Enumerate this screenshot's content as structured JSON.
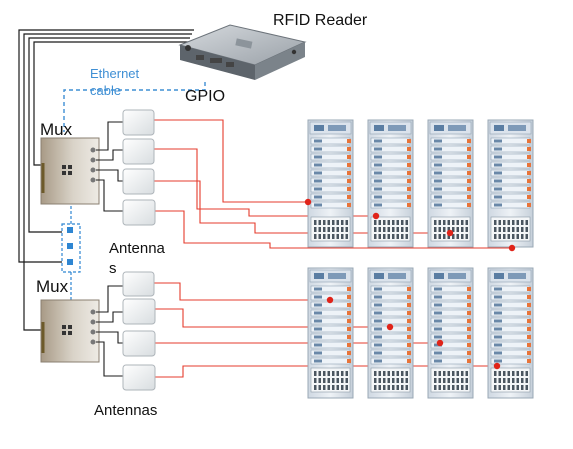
{
  "labels": {
    "reader": "RFID Reader",
    "gpio": "GPIO",
    "ethernet_line1": "Ethernet",
    "ethernet_line2": "cable",
    "mux_top": "Mux",
    "mux_bottom": "Mux",
    "antennas_top_line1": "Antenna",
    "antennas_top_line2": "s",
    "antennas_bottom": "Antennas"
  },
  "colors": {
    "rf_line": "#e53b2c",
    "rf_dot": "#e0241a",
    "cable": "#1b1b1b",
    "ethernet": "#3f8fd4",
    "gpio_box": "#2f86d2",
    "label": "#111111"
  },
  "icons": {
    "reader": "rfid-reader-device",
    "mux": "multiplexer-device",
    "antenna": "rfid-antenna-panel",
    "rack": "server-rack"
  }
}
